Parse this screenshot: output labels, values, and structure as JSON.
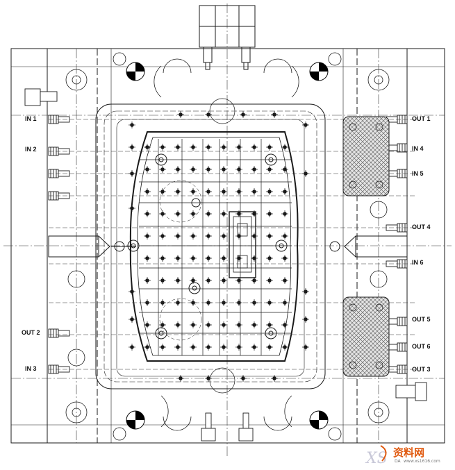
{
  "ports": {
    "in1": "IN 1",
    "in2": "IN 2",
    "in3": "IN 3",
    "in4": "IN 4",
    "in5": "IN 5",
    "in6": "IN 6",
    "out1": "OUT 1",
    "out2": "OUT 2",
    "out3": "OUT 3",
    "out4": "OUT 4",
    "out5": "OUT 5",
    "out6": "OUT 6"
  },
  "watermark": {
    "brand": "资料网",
    "url": "www.xs1616.com",
    "logo_text": "XS",
    "corner_label": "DA"
  },
  "colors": {
    "line": "#1a1a1a",
    "hatch_fill": "#d8d8d8",
    "quadrant_black": "#000000",
    "watermark_orange": "#e05a10"
  }
}
